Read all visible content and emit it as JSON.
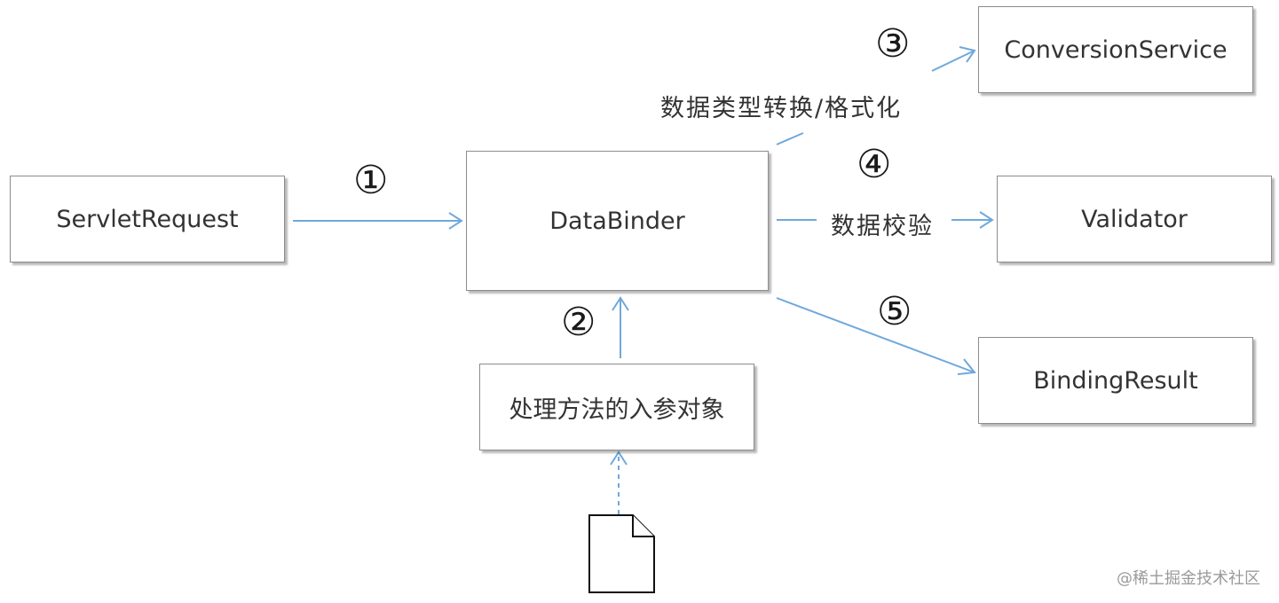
{
  "boxes": {
    "servlet_request": "ServletRequest",
    "data_binder": "DataBinder",
    "conversion_service": "ConversionService",
    "validator": "Validator",
    "binding_result": "BindingResult",
    "handler_param_object": "处理方法的入参对象"
  },
  "steps": [
    "①",
    "②",
    "③",
    "④",
    "⑤"
  ],
  "labels": {
    "conversion": "数据类型转换/格式化",
    "validation": "数据校验"
  },
  "watermark": "@稀土掘金技术社区",
  "colors": {
    "arrow": "#6fa8dc",
    "box_border": "#8c8c8c",
    "text": "#333333"
  }
}
